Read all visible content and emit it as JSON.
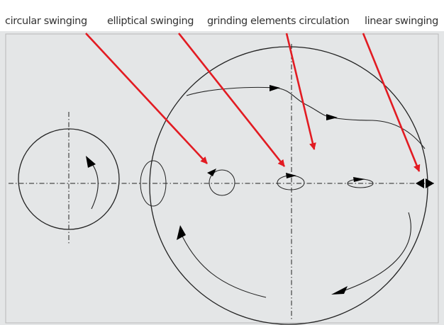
{
  "labels": {
    "circular": "circular swinging",
    "elliptical": "elliptical swinging",
    "grinding": "grinding elements circulation",
    "linear": "linear swinging"
  },
  "colors": {
    "background": "#ffffff",
    "panel": "#e4e6e7",
    "line": "#111111",
    "arrow": "#e21b22",
    "label_text": "#333333"
  }
}
